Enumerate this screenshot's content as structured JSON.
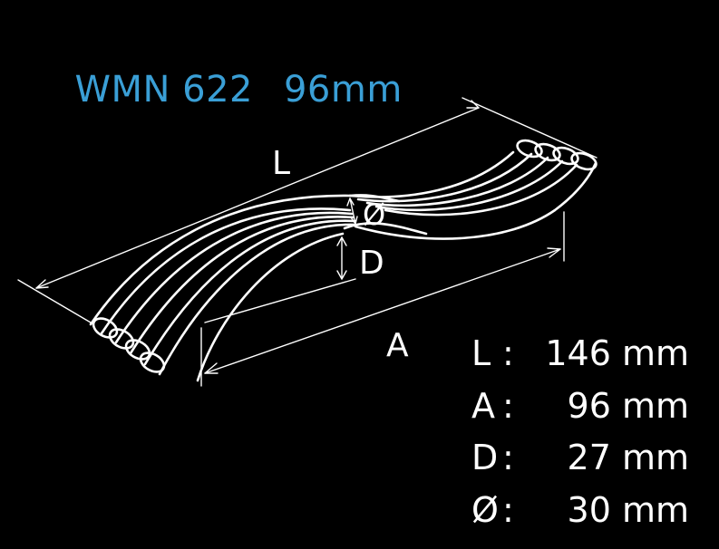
{
  "header": {
    "model": "WMN 622",
    "size": "96mm"
  },
  "diagram_labels": {
    "length": "L",
    "spacing": "A",
    "depth": "D",
    "diameter": "Ø"
  },
  "specs": [
    {
      "key": "L",
      "sep": ":",
      "value": "146 mm"
    },
    {
      "key": "A",
      "sep": ":",
      "value": "96 mm"
    },
    {
      "key": "D",
      "sep": ":",
      "value": "27 mm"
    },
    {
      "key": "Ø",
      "sep": ":",
      "value": "30 mm"
    }
  ],
  "colors": {
    "background": "#000000",
    "title": "#3a9fd6",
    "lines": "#ffffff"
  }
}
